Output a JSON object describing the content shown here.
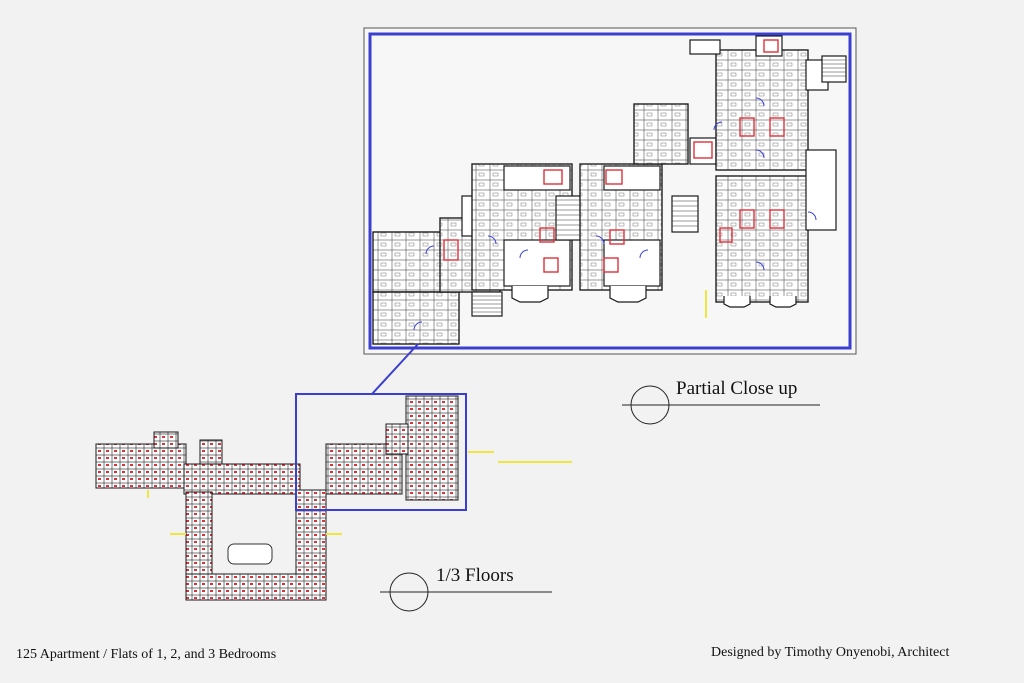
{
  "labels": {
    "partial_title": "Partial Close up",
    "floors_title": "1/3 Floors",
    "description": "125 Apartment / Flats of 1, 2, and 3 Bedrooms",
    "credit": "Designed by Timothy  Onyenobi, Architect"
  },
  "colors": {
    "background": "#f2f2f2",
    "linework": "#1a1a1a",
    "frame": "#3b3fd0",
    "accent_red": "#e0303a",
    "accent_blue": "#3a40d8",
    "accent_yellow": "#f0e640"
  }
}
